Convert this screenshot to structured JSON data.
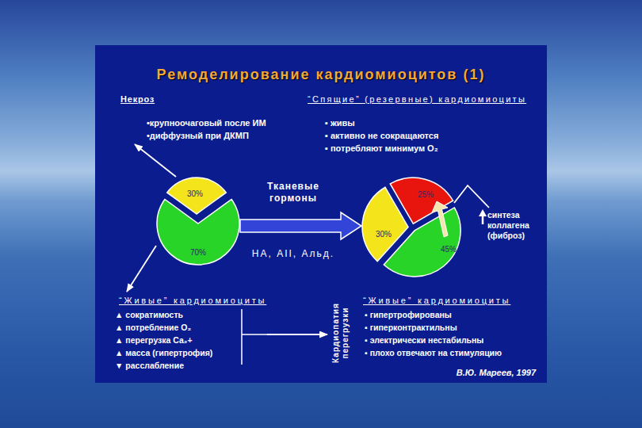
{
  "diagram": {
    "title": "Ремоделирование кардиомиоцитов (1)",
    "nodes": [
      {
        "text": [
          "Некроз",
          "•крупноочаговый после ИМ",
          "•диффузный при ДКМП"
        ]
      },
      {
        "text": [
          "“Спящие” (резервные) кардиомиоциты",
          "▪ живы",
          "▪ активно не сокращаются",
          "▪ потребляют минимум O₂"
        ]
      },
      {
        "text": [
          "30%"
        ]
      },
      {
        "text": [
          "70%"
        ]
      },
      {
        "text": [
          "25%"
        ]
      },
      {
        "text": [
          "30%"
        ]
      },
      {
        "text": [
          "45%"
        ]
      },
      {
        "text": [
          "синтеза коллагена (фиброз)"
        ]
      },
      {
        "text": [
          "“Живые” кардиомиоциты",
          "▲ сократимость",
          "▲ потребление O₂",
          "▲ перегрузка Ca₂+",
          "▲ масса (гипертрофия)",
          "▼ расслабление"
        ]
      },
      {
        "text": [
          "Кардиопатия перегрузки",
          "“Живые” кардиомиоциты",
          "▪ гипертрофированы",
          "▪ гиперконтрактильны",
          "▪ электрически нестабильны",
          "▪ плохо отвечают на стимуляцию"
        ]
      }
    ],
    "edges": [
      {
        "from": 2,
        "to": 0,
        "arrow": "to"
      },
      {
        "from": 3,
        "to": 8,
        "arrow": "to"
      },
      {
        "from": 4,
        "to": 7,
        "arrow": "none"
      },
      {
        "from": 8,
        "to": 9,
        "arrow": "to"
      }
    ],
    "labels": [
      "Тканевые гормоны",
      "НА, АII, Альд.",
      "В.Ю. Мареев, 1997"
    ]
  }
}
